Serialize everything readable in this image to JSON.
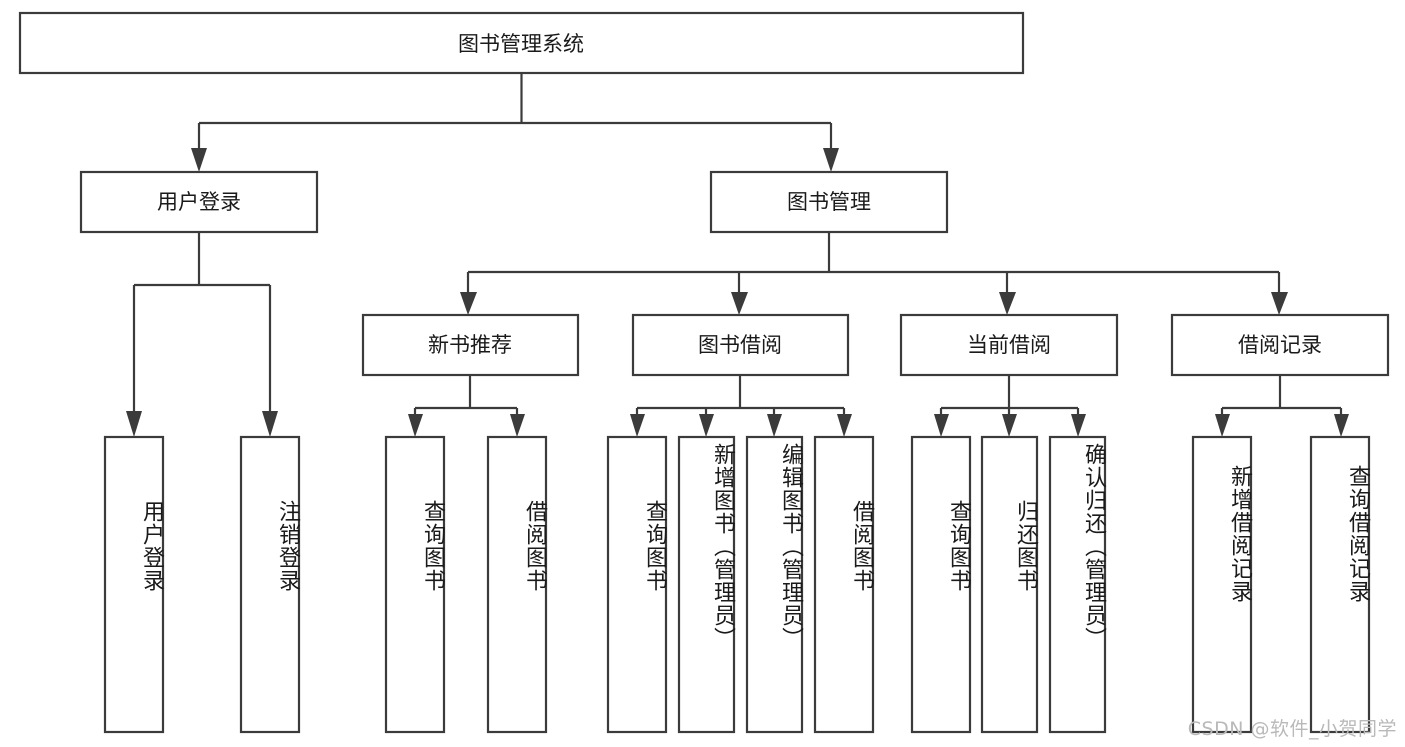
{
  "diagram": {
    "title": "图书管理系统",
    "type": "tree",
    "watermark": "CSDN @软件_小贺同学",
    "colors": {
      "stroke": "#3b3b3b",
      "box_fill": "#ffffff",
      "text": "#1a1a1a",
      "background": "#ffffff",
      "watermark": "#b9b9b9"
    },
    "root": {
      "label": "图书管理系统"
    },
    "level2": [
      {
        "label": "用户登录"
      },
      {
        "label": "图书管理"
      }
    ],
    "level3": [
      {
        "label": "新书推荐"
      },
      {
        "label": "图书借阅"
      },
      {
        "label": "当前借阅"
      },
      {
        "label": "借阅记录"
      }
    ],
    "leaves": {
      "user_login": [
        {
          "label": "用户登录"
        },
        {
          "label": "注销登录"
        }
      ],
      "new_book_recommend": [
        {
          "label": "查询图书"
        },
        {
          "label": "借阅图书"
        }
      ],
      "book_borrow": [
        {
          "label": "查询图书"
        },
        {
          "label": "新增图书（管理员）"
        },
        {
          "label": "编辑图书（管理员）"
        },
        {
          "label": "借阅图书"
        }
      ],
      "current_borrow": [
        {
          "label": "查询图书"
        },
        {
          "label": "归还图书"
        },
        {
          "label": "确认归还（管理员）"
        }
      ],
      "borrow_record": [
        {
          "label": "新增借阅记录"
        },
        {
          "label": "查询借阅记录"
        }
      ]
    }
  }
}
